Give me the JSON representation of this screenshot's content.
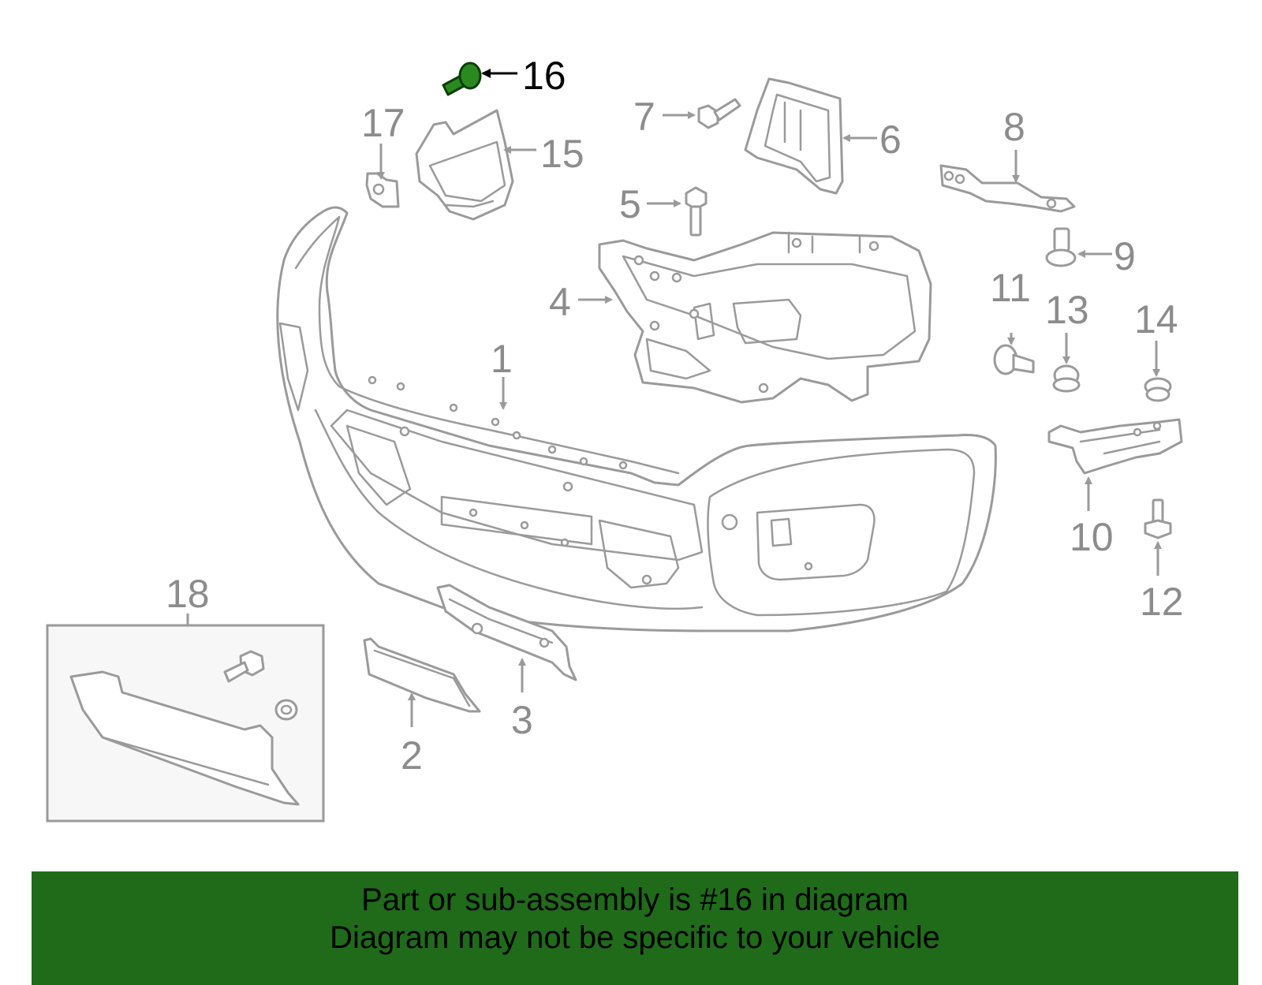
{
  "diagram": {
    "callouts": [
      "1",
      "2",
      "3",
      "4",
      "5",
      "6",
      "7",
      "8",
      "9",
      "10",
      "11",
      "12",
      "13",
      "14",
      "15",
      "16",
      "17",
      "18"
    ],
    "highlighted_part": "16",
    "highlight_color": "#2a8a1f",
    "line_color": "#9a9a9a"
  },
  "banner": {
    "line1": "Part or sub-assembly is #16 in diagram",
    "line2": "Diagram may not be specific to your vehicle",
    "background": "#1f6b1a"
  }
}
